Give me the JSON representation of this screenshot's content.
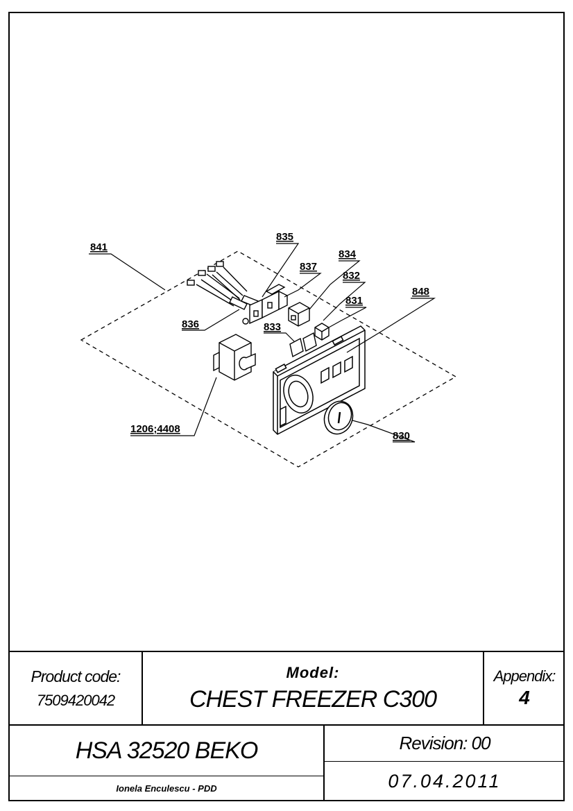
{
  "drawing": {
    "callouts": [
      "841",
      "835",
      "834",
      "837",
      "832",
      "831",
      "848",
      "836",
      "833",
      "1206;4408",
      "830"
    ],
    "icons": [
      "exploded-assembly-dashed-outline",
      "wire-harness",
      "thermostat",
      "control-panel",
      "knob"
    ]
  },
  "title_block": {
    "product_code_label": "Product code:",
    "product_code": "7509420042",
    "model_label": "Model:",
    "model": "CHEST FREEZER C300",
    "appendix_label": "Appendix:",
    "appendix": "4",
    "brand_model": "HSA 32520 BEKO",
    "revision": "Revision: 00",
    "author": "Ionela Enculescu - PDD",
    "date": "07.04.2011"
  }
}
